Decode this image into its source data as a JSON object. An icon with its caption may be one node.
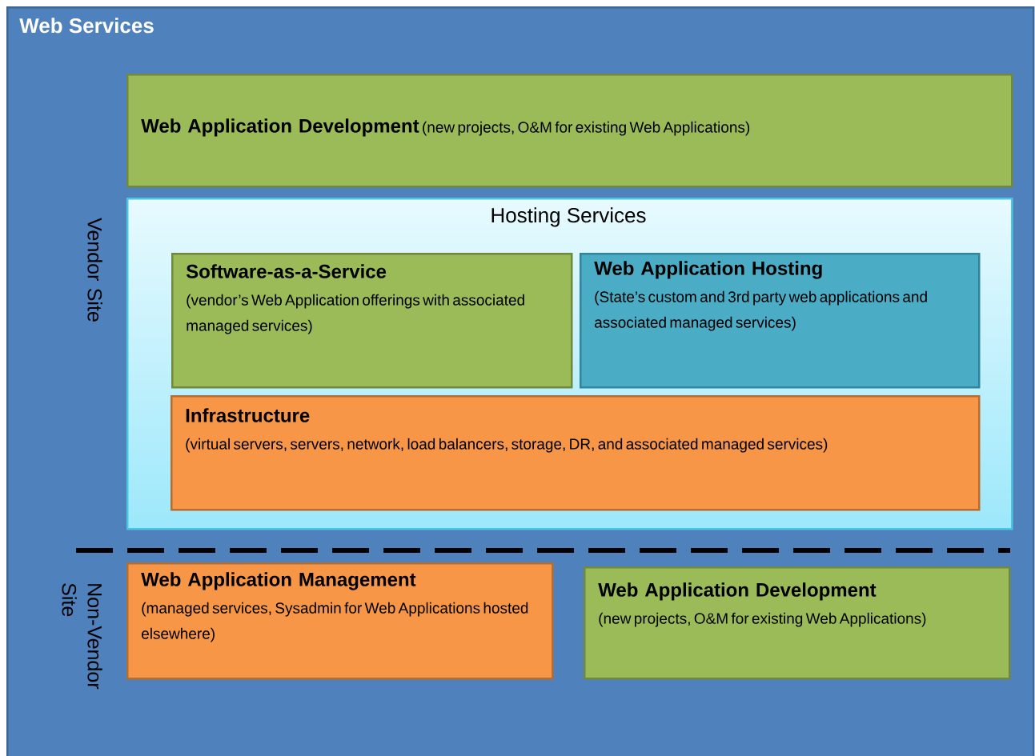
{
  "diagram": {
    "nodes": [
      {
        "text": [
          "Web Services"
        ]
      },
      {
        "text": [
          "Web Application Development",
          "(new projects, O&M for existing Web Applications)"
        ],
        "in": 0
      },
      {
        "text": [
          "Hosting Services"
        ],
        "in": 0
      },
      {
        "text": [
          "Software-as-a-Service",
          "(vendor’s Web Application offerings with associated managed services)"
        ],
        "in": 2
      },
      {
        "text": [
          "Web Application Hosting",
          "(State’s custom and 3rd party web applications and associated managed services)"
        ],
        "in": 2
      },
      {
        "text": [
          "Infrastructure",
          "(virtual servers, servers, network, load balancers, storage, DR, and associated managed services)"
        ],
        "in": 2
      },
      {
        "text": [
          "Web Application Management",
          "(managed services, Sysadmin for Web Applications hosted elsewhere)"
        ],
        "in": 0
      },
      {
        "text": [
          "Web Application Development",
          "(new projects, O&M for existing Web Applications)"
        ],
        "in": 0
      }
    ],
    "labels": [
      "Vendor Site",
      "Non-Vendor Site"
    ]
  }
}
